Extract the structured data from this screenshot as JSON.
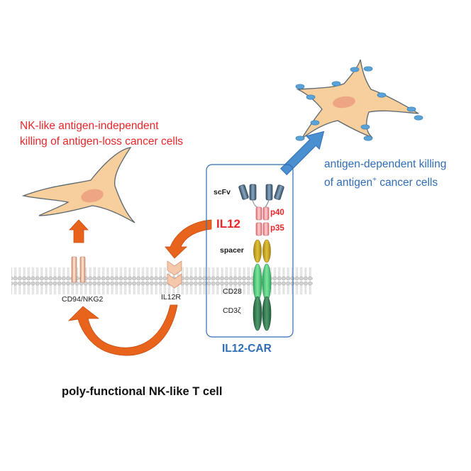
{
  "captions": {
    "nk_like_line1": "NK-like antigen-independent",
    "nk_like_line2": "killing of antigen-loss cancer cells",
    "antigen_dependent_line1": "antigen-dependent  killing",
    "antigen_dependent_line2_prefix": "of antigen",
    "antigen_dependent_superscript": "+",
    "antigen_dependent_line2_suffix": " cancer cells",
    "bottom_title": "poly-functional NK-like T cell"
  },
  "labels": {
    "scfv": "scFv",
    "il12": "IL12",
    "p40": "p40",
    "p35": "p35",
    "spacer": "spacer",
    "cd28": "CD28",
    "cd3z": "CD3ζ",
    "car_box_title": "IL12-CAR",
    "cd94": "CD94/NKG2",
    "il12r": "IL12R"
  },
  "colors": {
    "caption_red": "#e8262a",
    "caption_blue": "#2f6db5",
    "arrow_orange": "#e8641c",
    "arrow_blue": "#4a8fd0",
    "cell_fill": "#f6cf9c",
    "cell_stroke": "#5a6670",
    "nucleus": "#ec9e80",
    "antigen": "#5aa3d8",
    "scfv": "#4f6e84",
    "spacer": "#c4a016",
    "cd28": "#4dc677",
    "cd3z": "#2f7a4f",
    "il12_chain": "#f2a4a6",
    "membrane": "#c4c4c4"
  },
  "icons": {
    "tumor_cell_left": "star-shaped-cancer-cell",
    "tumor_cell_right": "antigen-positive-cancer-cell",
    "membrane": "lipid-bilayer"
  }
}
